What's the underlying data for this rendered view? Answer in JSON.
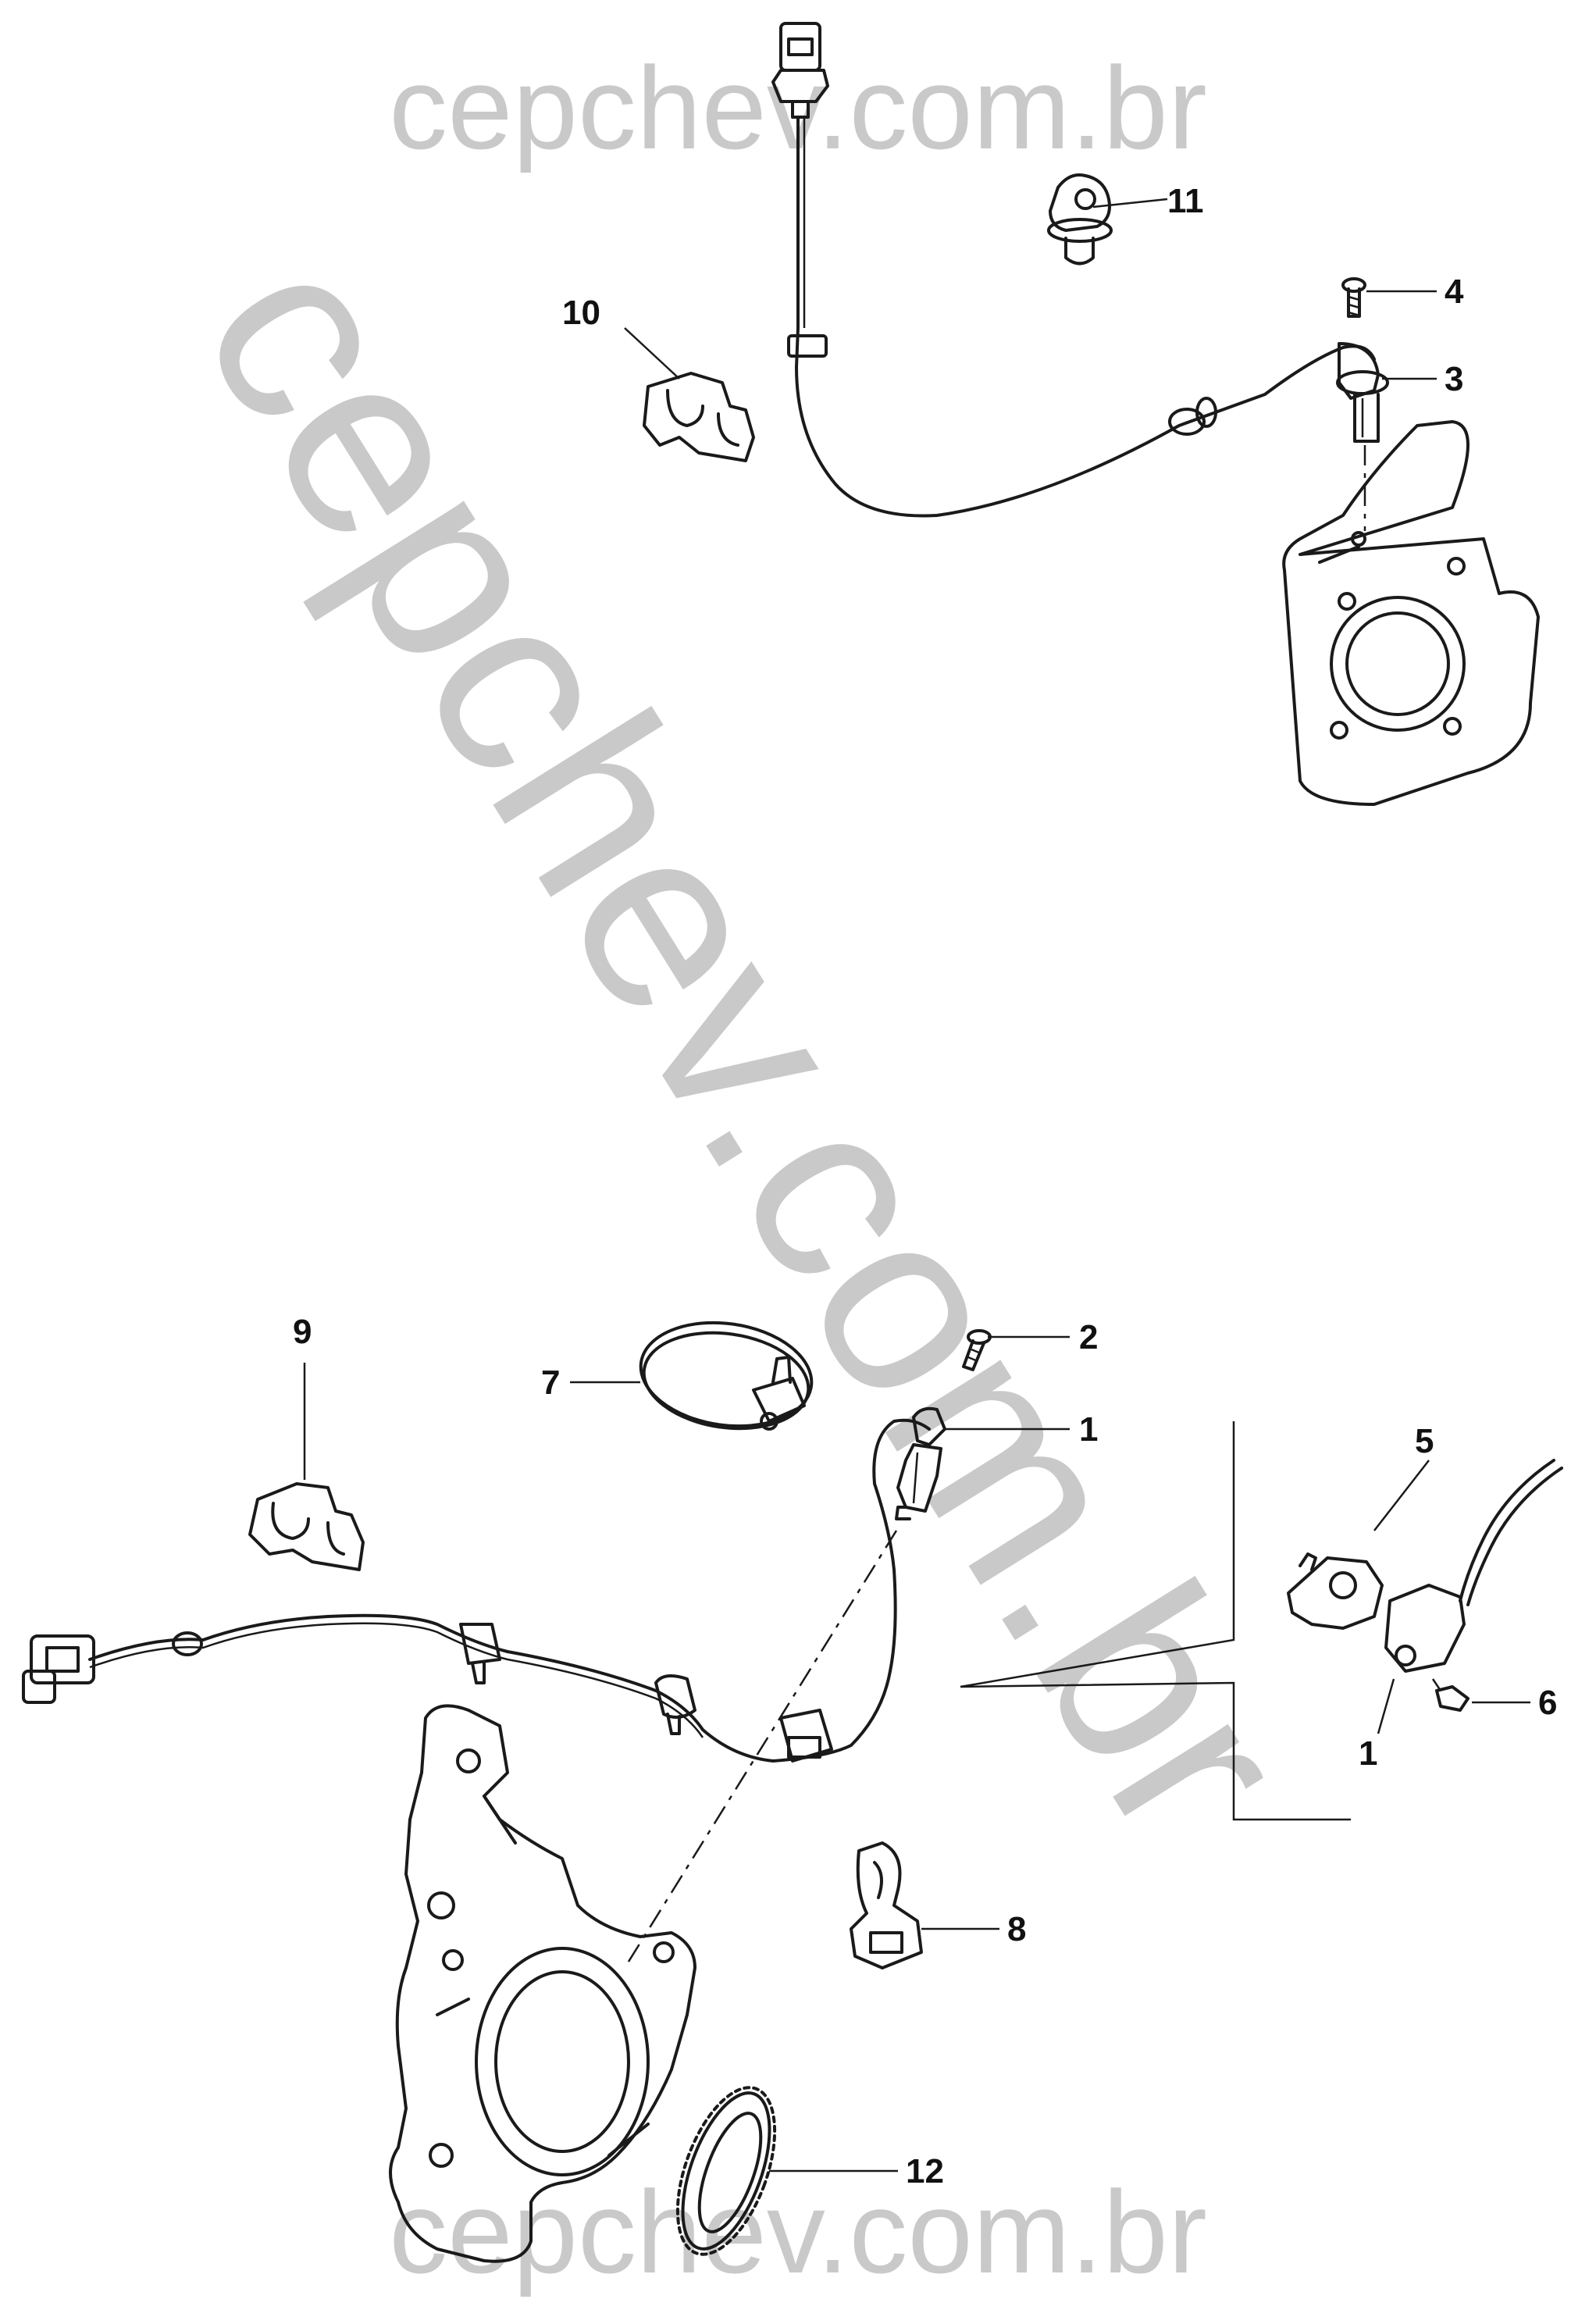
{
  "watermarks": {
    "top": "cepchev.com.br",
    "diagonal": "cepchev.com.br",
    "bottom": "cepchev.com.br"
  },
  "callouts": {
    "c1a": "1",
    "c1b": "1",
    "c2": "2",
    "c3": "3",
    "c4": "4",
    "c5": "5",
    "c6": "6",
    "c7": "7",
    "c8": "8",
    "c9": "9",
    "c10": "10",
    "c11": "11",
    "c12": "12"
  }
}
